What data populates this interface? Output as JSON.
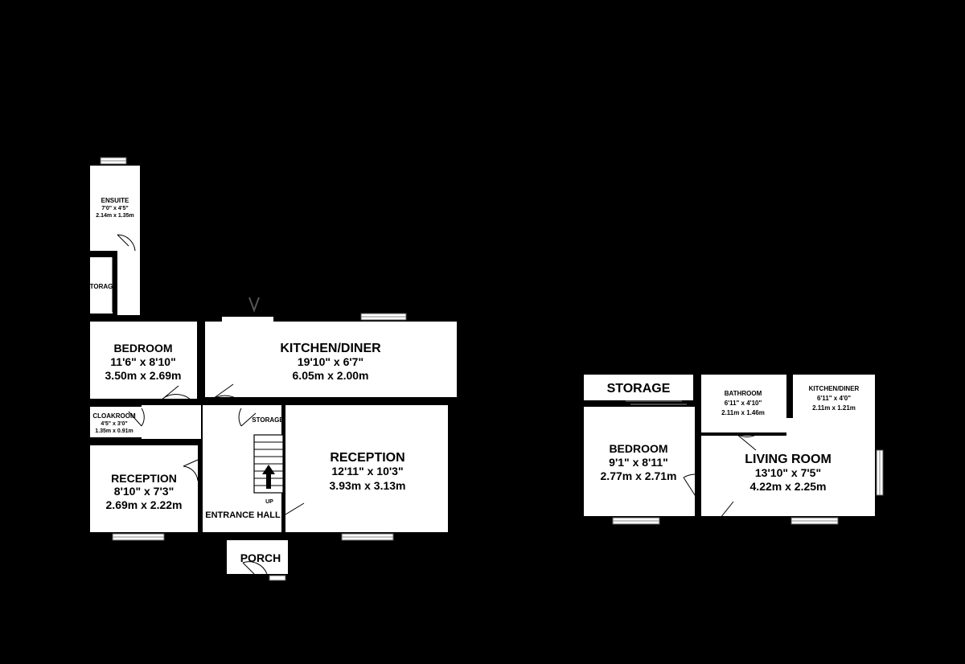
{
  "colors": {
    "background": "#000000",
    "room_fill": "#ffffff",
    "wall": "#000000",
    "window_line": "#8a8a8a"
  },
  "ground_floor": {
    "ensuite": {
      "name": "ENSUITE",
      "imperial": "7'0\"  x 4'5\"",
      "metric": "2.14m  x 1.35m"
    },
    "storage_a": {
      "name": "STORAGE"
    },
    "bedroom": {
      "name": "BEDROOM",
      "imperial": "11'6\"  x 8'10\"",
      "metric": "3.50m  x 2.69m"
    },
    "kitchen": {
      "name": "KITCHEN/DINER",
      "imperial": "19'10\"  x 6'7\"",
      "metric": "6.05m  x 2.00m"
    },
    "cloakroom": {
      "name": "CLOAKROOM",
      "imperial": "4'5\"  x 3'0\"",
      "metric": "1.35m  x 0.91m"
    },
    "storage_b": {
      "name": "STORAGE"
    },
    "reception_large": {
      "name": "RECEPTION",
      "imperial": "12'11\"  x 10'3\"",
      "metric": "3.93m  x 3.13m"
    },
    "reception_small": {
      "name": "RECEPTION",
      "imperial": "8'10\"  x 7'3\"",
      "metric": "2.69m  x 2.22m"
    },
    "stairs_label": "UP",
    "entrance_hall": {
      "name": "ENTRANCE HALL"
    },
    "porch": {
      "name": "PORCH"
    }
  },
  "annex": {
    "storage": {
      "name": "STORAGE"
    },
    "bathroom": {
      "name": "BATHROOM",
      "imperial": "6'11\"  x 4'10\"",
      "metric": "2.11m  x 1.46m"
    },
    "kitchen": {
      "name": "KITCHEN/DINER",
      "imperial": "6'11\"  x 4'0\"",
      "metric": "2.11m  x 1.21m"
    },
    "bedroom": {
      "name": "BEDROOM",
      "imperial": "9'1\"  x 8'11\"",
      "metric": "2.77m  x 2.71m"
    },
    "living": {
      "name": "LIVING ROOM",
      "imperial": "13'10\"  x 7'5\"",
      "metric": "4.22m  x 2.25m"
    }
  }
}
